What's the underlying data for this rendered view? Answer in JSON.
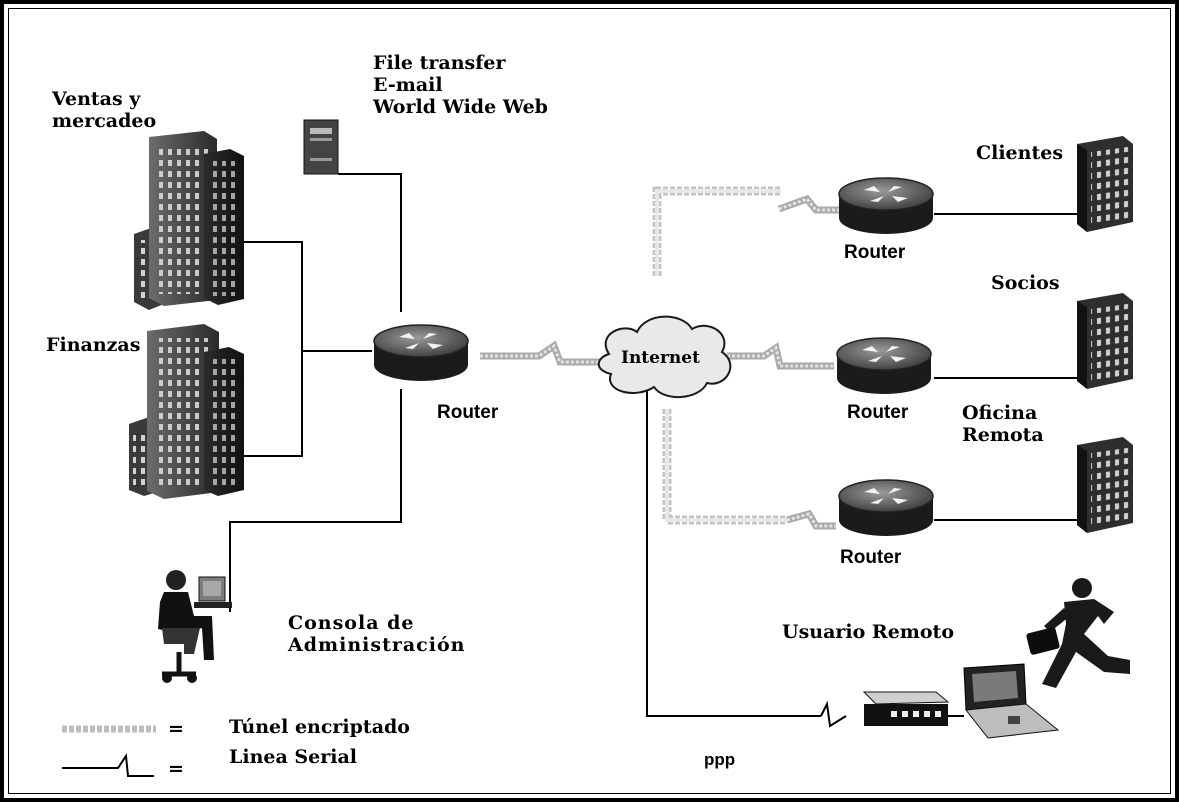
{
  "services": [
    "File transfer",
    "E-mail",
    "World  Wide Web"
  ],
  "departments": {
    "sales": [
      "Ventas y",
      "mercadeo"
    ],
    "finance": "Finanzas"
  },
  "admin_console": [
    "Consola de",
    "Administración"
  ],
  "internet": "Internet",
  "router_label": "Router",
  "remote_sites": {
    "clients": "Clientes",
    "partners": "Socios",
    "remote_office": [
      "Oficina",
      "Remota"
    ],
    "remote_user": "Usuario Remoto"
  },
  "ppp": "ppp",
  "legend": {
    "encrypted_tunnel": "Túnel encriptado",
    "serial_line": "Linea Serial",
    "equals": "="
  }
}
